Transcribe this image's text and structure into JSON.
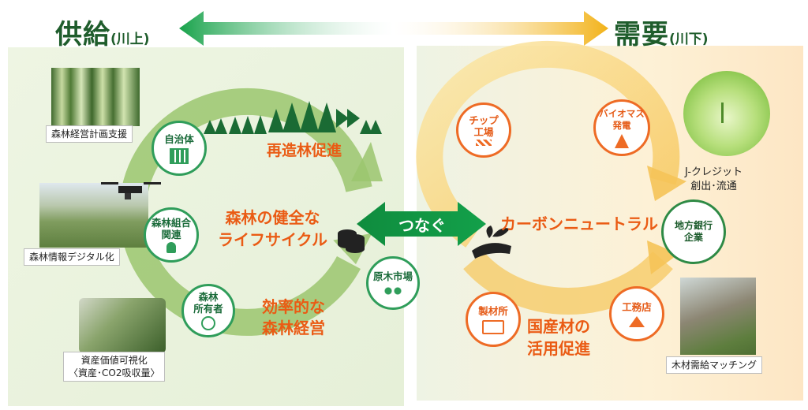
{
  "header": {
    "supply": "供給",
    "supply_sub": "(川上)",
    "demand": "需要",
    "demand_sub": "(川下)"
  },
  "supply_side": {
    "labels": {
      "forest_plan": "森林経営計画支援",
      "digital": "森林情報デジタル化",
      "asset_line1": "資産価値可視化",
      "asset_line2": "〈資産･CO2吸収量〉"
    },
    "circles": {
      "municipality": "自治体",
      "cooperative_l1": "森林組合",
      "cooperative_l2": "関連",
      "owner_l1": "森林",
      "owner_l2": "所有者",
      "log_market": "原木市場"
    },
    "cycle": {
      "center_l1": "森林の健全な",
      "center_l2": "ライフサイクル",
      "top": "再造林促進",
      "bottom_l1": "効率的な",
      "bottom_l2": "森林経営"
    }
  },
  "connector": "つなぐ",
  "demand_side": {
    "circles": {
      "chip_l1": "チップ",
      "chip_l2": "工場",
      "biomass_l1": "バイオマス",
      "biomass_l2": "発電",
      "bank_l1": "地方銀行",
      "bank_l2": "企業",
      "sawmill": "製材所",
      "contractor": "工務店"
    },
    "texts": {
      "carbon": "カーボンニュートラル",
      "domestic_l1": "国産材の",
      "domestic_l2": "活用促進",
      "jcredit_l1": "J-クレジット",
      "jcredit_l2": "創出･流通",
      "matching": "木材需給マッチング"
    }
  },
  "colors": {
    "green_dark": "#1f5d2c",
    "green_ring": "#2f9d5a",
    "orange": "#ea5b14",
    "yellow": "#f0b030"
  }
}
